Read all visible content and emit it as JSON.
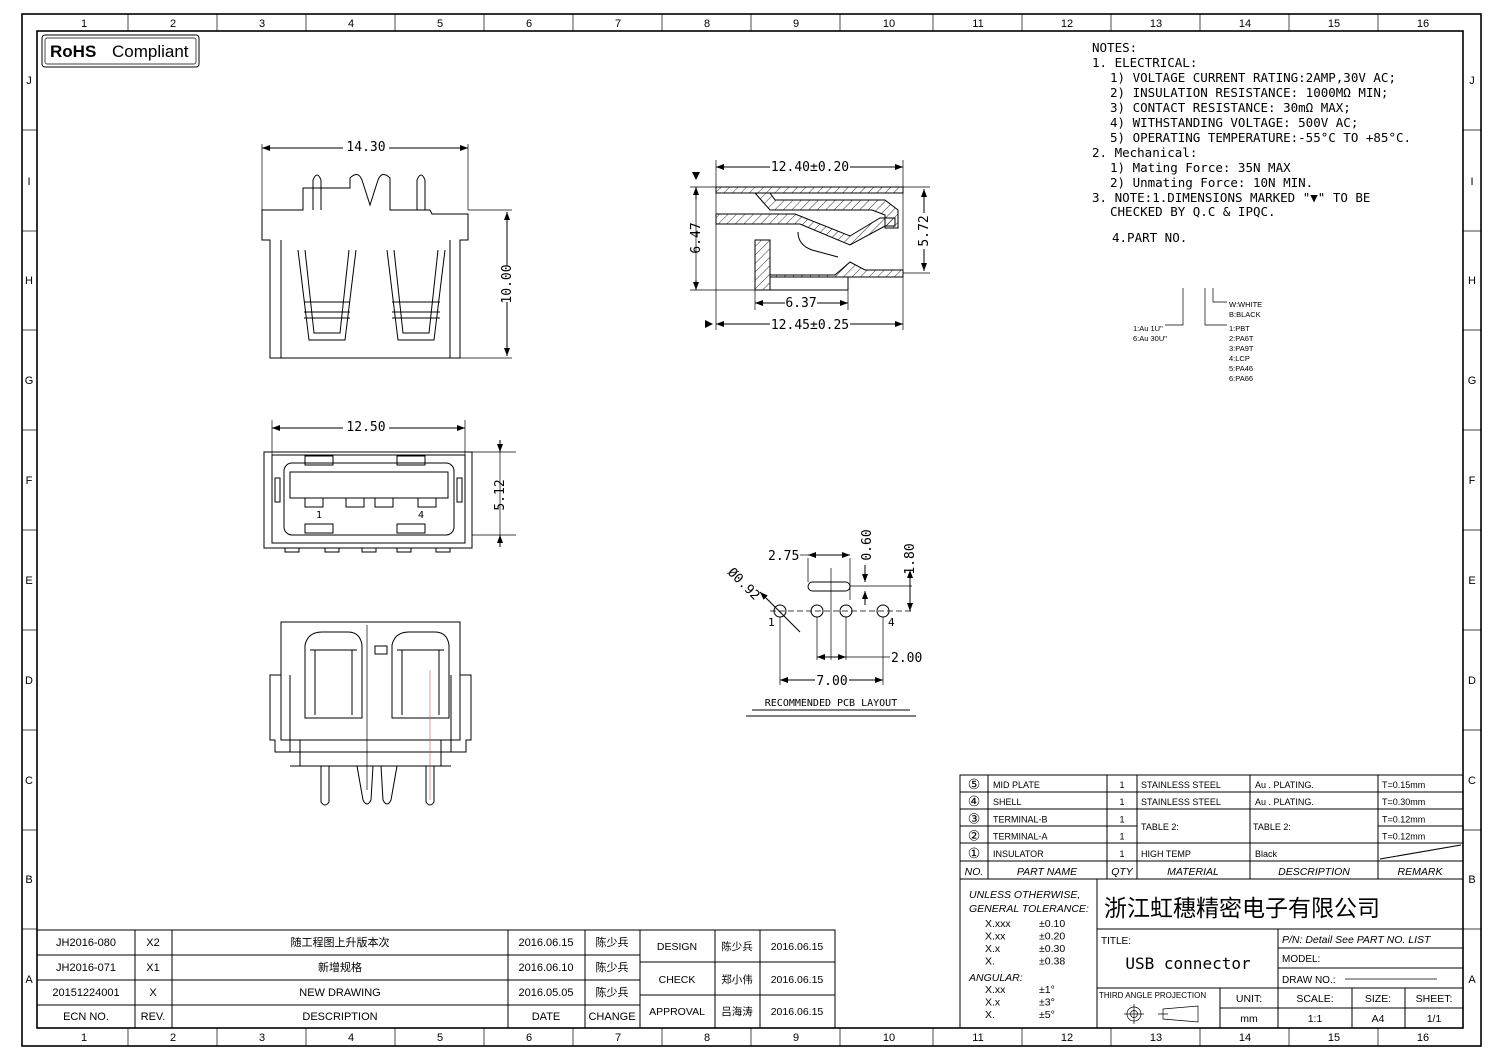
{
  "rohs_badge": "RoHS Compliant",
  "rohs_bold": "RoHS",
  "rohs_rest": "Compliant",
  "border": {
    "columns": [
      "1",
      "2",
      "3",
      "4",
      "5",
      "6",
      "7",
      "8",
      "9",
      "10",
      "11",
      "12",
      "13",
      "14",
      "15",
      "16"
    ],
    "rows": [
      "J",
      "I",
      "H",
      "G",
      "F",
      "E",
      "D",
      "C",
      "B",
      "A"
    ]
  },
  "notes": {
    "title": "NOTES:",
    "n1": "1. ELECTRICAL:",
    "n1_1": "1) VOLTAGE CURRENT RATING:2AMP,30V AC;",
    "n1_2": "2) INSULATION RESISTANCE: 1000MΩ MIN;",
    "n1_3": "3) CONTACT RESISTANCE: 30mΩ MAX;",
    "n1_4": "4) WITHSTANDING VOLTAGE: 500V AC;",
    "n1_5": "5) OPERATING TEMPERATURE:-55°C TO +85°C.",
    "n2": "2. Mechanical:",
    "n2_1": "1) Mating Force:  35N MAX",
    "n2_2": "2) Unmating Force:  10N MIN.",
    "n3a": "3. NOTE:1.DIMENSIONS MARKED \"▼\" TO BE",
    "n3b": "CHECKED BY Q.C & IPQC.",
    "n4": "4.PART NO.",
    "color_opts": [
      "W:WHITE",
      "B:BLACK"
    ],
    "plating_opts": [
      "1:Au 1U\"",
      "6:Au 30U\""
    ],
    "material_opts": [
      "1:PBT",
      "2:PA6T",
      "3:PA9T",
      "4:LCP",
      "5:PA46",
      "6:PA66"
    ]
  },
  "dimensions": {
    "top_width": "14.30",
    "top_height": "10.00",
    "front_width": "12.50",
    "front_height": "5.12",
    "pin1": "1",
    "pin4": "4",
    "side_top": "12.40±0.20",
    "side_left": "6.47",
    "side_right": "5.72",
    "side_inner": "6.37",
    "side_bottom": "12.45±0.25",
    "pcb_slot_w": "2.75",
    "pcb_slot_h": "0.60",
    "pcb_offset": "1.80",
    "pcb_hole": "Ø0.92",
    "pcb_pitch": "2.00",
    "pcb_span": "7.00",
    "pcb_pin1": "1",
    "pcb_pin4": "4",
    "pcb_caption": "RECOMMENDED PCB LAYOUT"
  },
  "bom": {
    "rows": [
      {
        "no": "⑤",
        "name": "MID PLATE",
        "qty": "1",
        "material": "STAINLESS STEEL",
        "desc": "Au . PLATING.",
        "remark": "T=0.15mm"
      },
      {
        "no": "④",
        "name": "SHELL",
        "qty": "1",
        "material": "STAINLESS STEEL",
        "desc": "Au . PLATING.",
        "remark": "T=0.30mm"
      },
      {
        "no": "③",
        "name": "TERMINAL-B",
        "qty": "1",
        "material": "",
        "desc": "",
        "remark": "T=0.12mm"
      },
      {
        "no": "②",
        "name": "TERMINAL-A",
        "qty": "1",
        "material": "",
        "desc": "",
        "remark": "T=0.12mm"
      },
      {
        "no": "①",
        "name": "INSULATOR",
        "qty": "1",
        "material": "HIGH TEMP",
        "desc": "Black",
        "remark": ""
      }
    ],
    "merged_material": "TABLE 2:",
    "merged_desc": "TABLE 2:",
    "headers": {
      "no": "NO.",
      "name": "PART NAME",
      "qty": "QTY",
      "material": "MATERIAL",
      "desc": "DESCRIPTION",
      "remark": "REMARK"
    }
  },
  "tolerance": {
    "l1": "UNLESS OTHERWISE,",
    "l2": "GENERAL TOLERANCE:",
    "rows": [
      [
        "X.xxx",
        "±0.10"
      ],
      [
        "X.xx",
        "±0.20"
      ],
      [
        "X.x",
        "±0.30"
      ],
      [
        "X.",
        "±0.38"
      ]
    ],
    "angular": "ANGULAR:",
    "arows": [
      [
        "X.xx",
        "±1°"
      ],
      [
        "X.x",
        "±3°"
      ],
      [
        "X.",
        "±5°"
      ]
    ]
  },
  "title_block": {
    "company": "浙江虹穗精密电子有限公司",
    "title_label": "TITLE:",
    "title": "USB connector",
    "pn": "P/N: Detail See PART NO. LIST",
    "model": "MODEL:",
    "draw_no": "DRAW NO.:",
    "projection": "THIRD ANGLE PROJECTION",
    "unit_label": "UNIT:",
    "unit": "mm",
    "scale_label": "SCALE:",
    "scale": "1:1",
    "size_label": "SIZE:",
    "size": "A4",
    "sheet_label": "SHEET:",
    "sheet": "1/1"
  },
  "revisions": {
    "rows": [
      {
        "ecn": "JH2016-080",
        "rev": "X2",
        "desc": "随工程图上升版本次",
        "date": "2016.06.15",
        "change": "陈少兵"
      },
      {
        "ecn": "JH2016-071",
        "rev": "X1",
        "desc": "新增规格",
        "date": "2016.06.10",
        "change": "陈少兵"
      },
      {
        "ecn": "20151224001",
        "rev": "X",
        "desc": "NEW DRAWING",
        "date": "2016.05.05",
        "change": "陈少兵"
      }
    ],
    "headers": {
      "ecn": "ECN NO.",
      "rev": "REV.",
      "desc": "DESCRIPTION",
      "date": "DATE",
      "change": "CHANGE"
    }
  },
  "approvals": [
    {
      "role": "DESIGN",
      "name": "陈少兵",
      "date": "2016.06.15"
    },
    {
      "role": "CHECK",
      "name": "郑小伟",
      "date": "2016.06.15"
    },
    {
      "role": "APPROVAL",
      "name": "吕海涛",
      "date": "2016.06.15"
    }
  ]
}
